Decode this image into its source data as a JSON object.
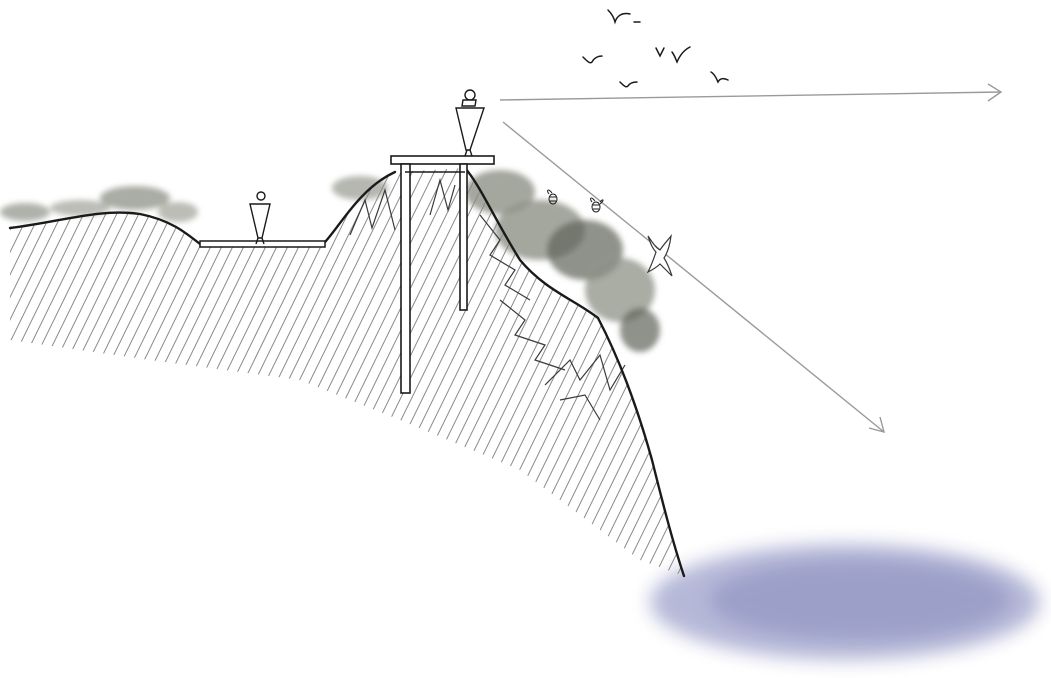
{
  "scene": {
    "kind": "hand-drawn landscape section sketch",
    "text_labels": [],
    "colors": {
      "ink": "#1a1a1a",
      "hatch": "#8a8a8a",
      "vegetation": "#8d9186",
      "vegetation_dark": "#5f645a",
      "water": "#7a7fb8",
      "sightline": "#9a9a9a",
      "background": "#ffffff"
    },
    "elements": {
      "people": [
        "person-on-lower-platform",
        "person-on-lookout-tower"
      ],
      "icons": [
        "bird-flock-icon",
        "swallow-bird-icon",
        "bee-icon"
      ],
      "structures": [
        "lower-platform",
        "lookout-tower"
      ],
      "sightlines": [
        "horizontal-sightline-arrow",
        "downward-sightline-arrow"
      ],
      "water": "pond"
    }
  }
}
